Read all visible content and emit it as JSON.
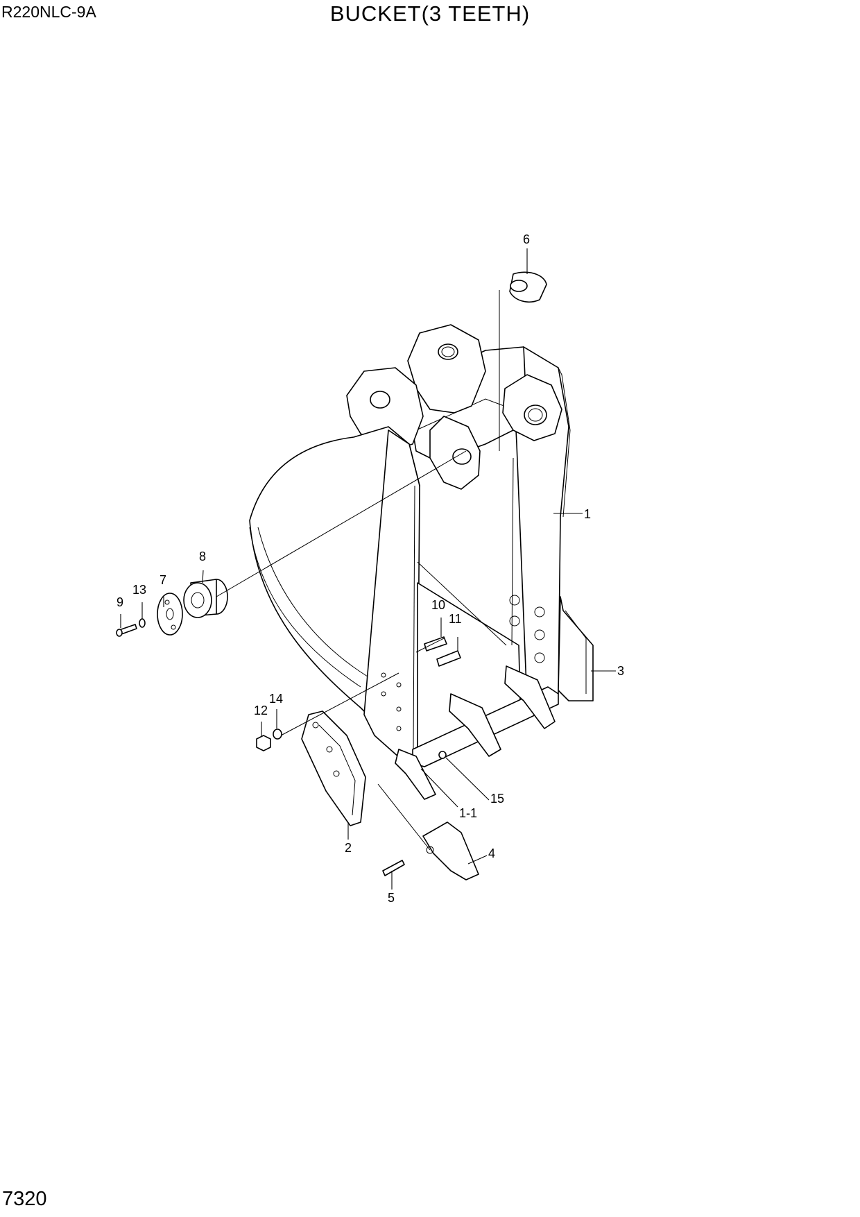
{
  "header": {
    "model": "R220NLC-9A",
    "title": "BUCKET(3 TEETH)"
  },
  "footer": {
    "page_number": "7320"
  },
  "callouts": [
    "1",
    "1-1",
    "2",
    "3",
    "4",
    "5",
    "6",
    "7",
    "8",
    "9",
    "10",
    "11",
    "12",
    "13",
    "14",
    "15"
  ]
}
